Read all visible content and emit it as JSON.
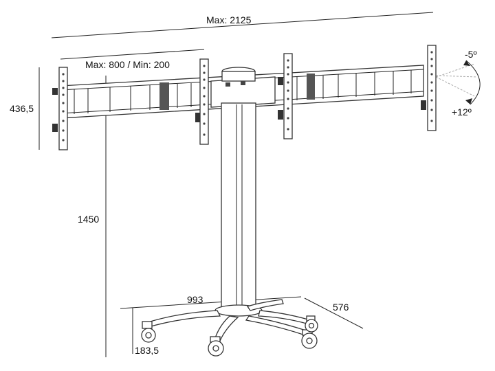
{
  "dimensions": {
    "total_width": "Max: 2125",
    "display_spacing": "Max: 800 / Min: 200",
    "bracket_height": "436,5",
    "total_height": "1450",
    "base_width": "993",
    "base_depth": "576",
    "base_height": "183,5",
    "tilt_up": "-5º",
    "tilt_down": "+12º"
  },
  "colors": {
    "line": "#222222",
    "text": "#111111",
    "background": "#ffffff"
  }
}
